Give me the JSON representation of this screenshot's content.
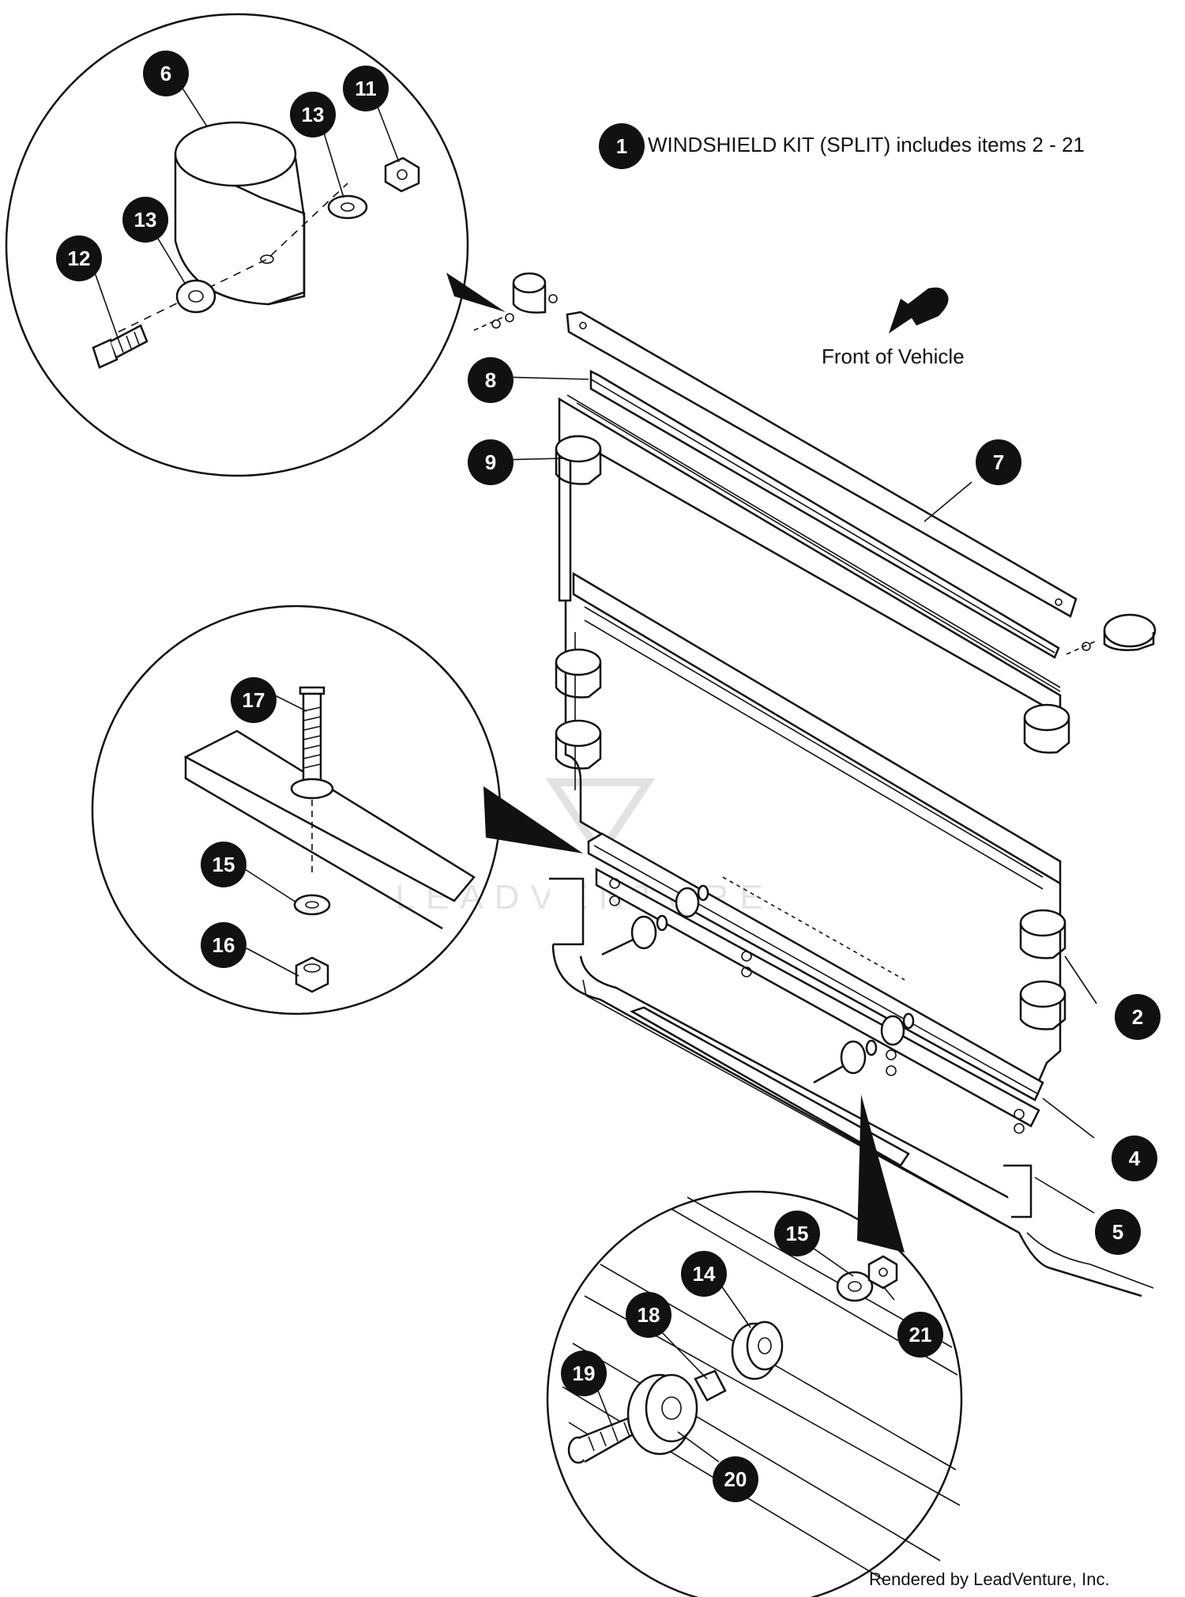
{
  "kit_label": {
    "number": "1",
    "text": "WINDSHIELD KIT (SPLIT) includes items 2 - 21"
  },
  "direction_label": "Front of Vehicle",
  "credit": "Rendered by LeadVenture, Inc.",
  "watermark": "LEADVENTURE",
  "callouts": {
    "c6": "6",
    "c11": "11",
    "c13a": "13",
    "c13b": "13",
    "c12": "12",
    "c8": "8",
    "c9": "9",
    "c7": "7",
    "c17": "17",
    "c15a": "15",
    "c16": "16",
    "c2": "2",
    "c4": "4",
    "c5": "5",
    "c15b": "15",
    "c14": "14",
    "c18": "18",
    "c21": "21",
    "c19": "19",
    "c20": "20"
  },
  "colors": {
    "ink": "#111111",
    "callout_fill": "#111111",
    "callout_text": "#ffffff",
    "background": "#ffffff",
    "watermark": "#dddddd"
  }
}
